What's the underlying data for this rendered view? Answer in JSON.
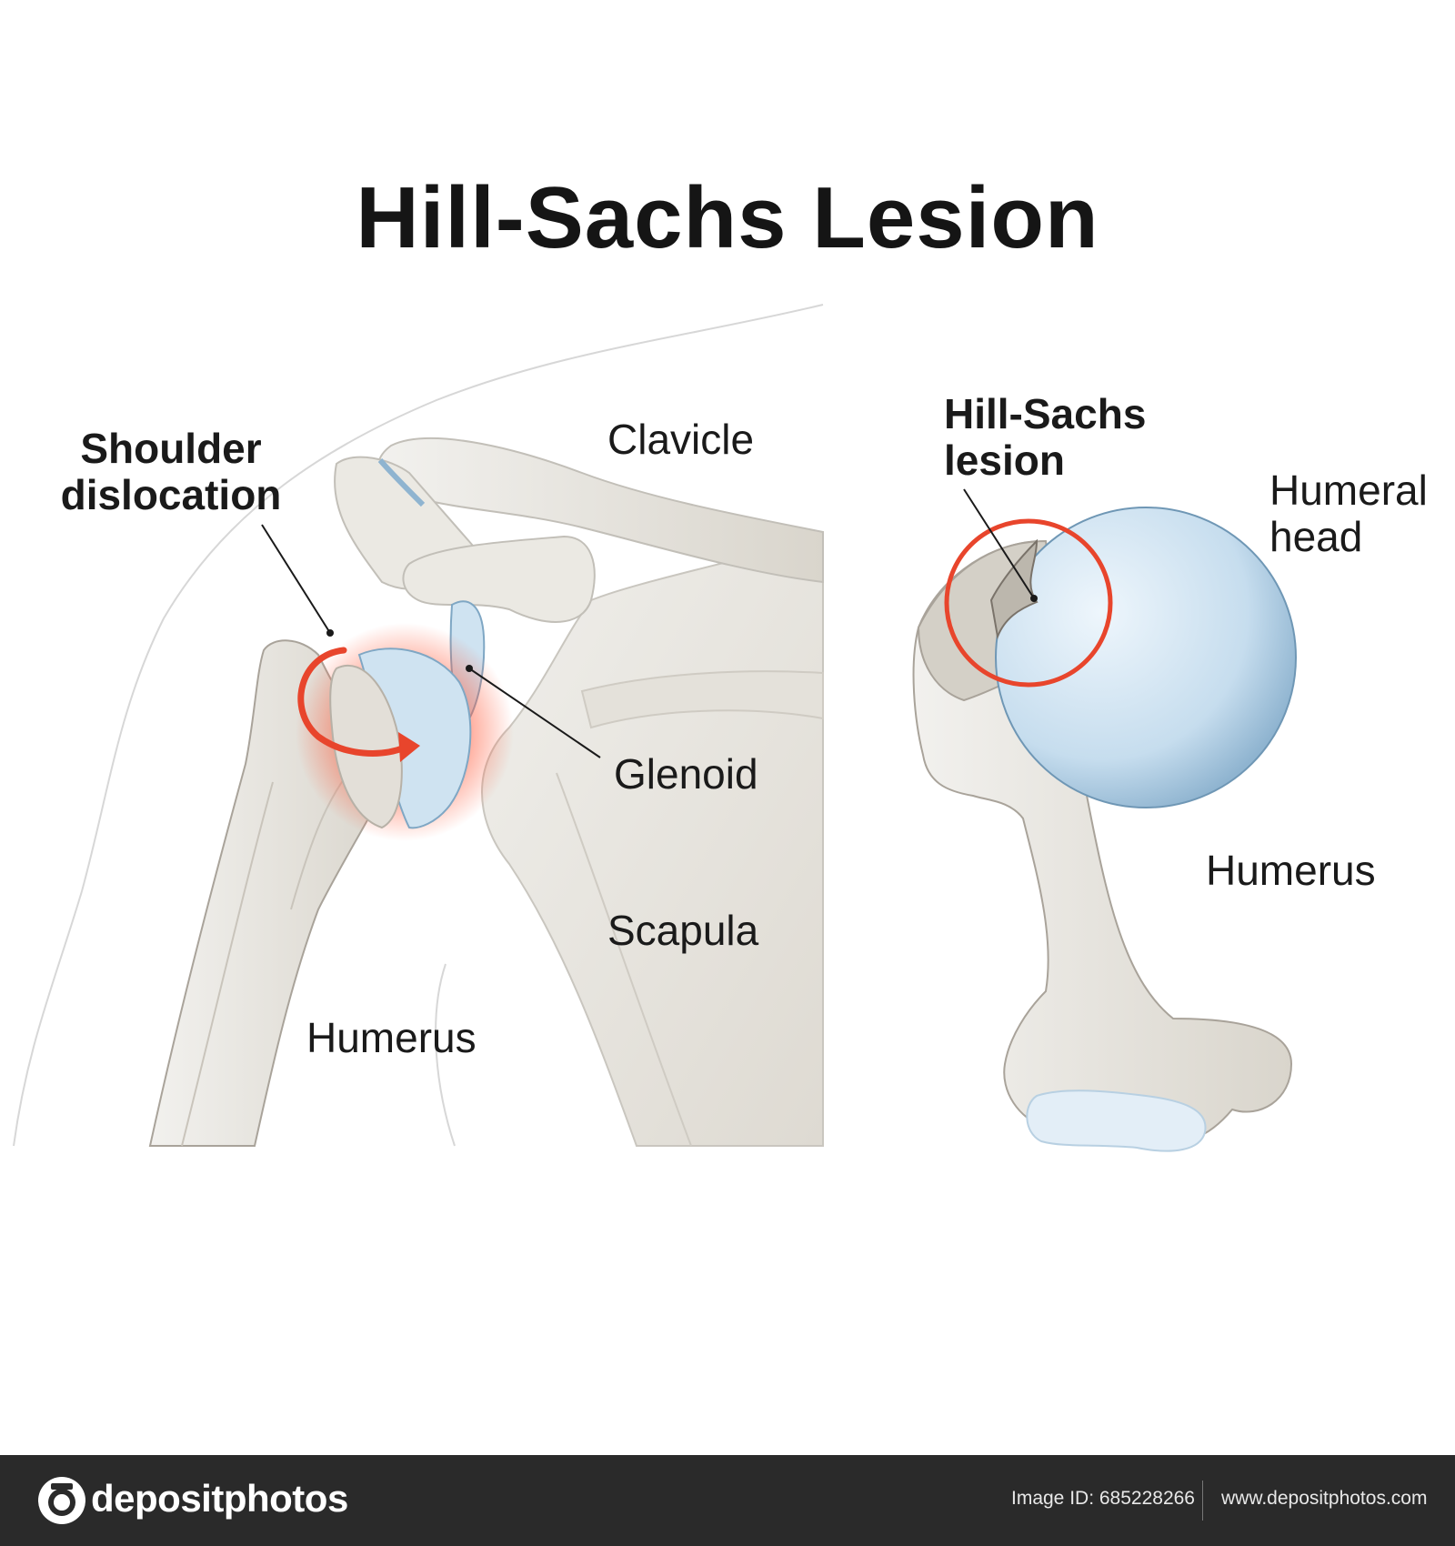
{
  "title": "Hill-Sachs Lesion",
  "labels": {
    "shoulder_dislocation": [
      "Shoulder",
      "dislocation"
    ],
    "clavicle": "Clavicle",
    "glenoid": "Glenoid",
    "scapula": "Scapula",
    "humerus_left": "Humerus",
    "hill_sachs_lesion": [
      "Hill-Sachs",
      "lesion"
    ],
    "humeral_head": [
      "Humeral",
      "head"
    ],
    "humerus_right": "Humerus"
  },
  "footer": {
    "brand": "depositphotos",
    "image_id": "Image ID: 685228266",
    "site": "www.depositphotos.com"
  },
  "colors": {
    "bone": "#ecebe7",
    "bone_shadow": "#d8d5cc",
    "cartilage": "#cfe3f1",
    "cartilage_edge": "#7fa7c4",
    "highlight_red": "#e8452c",
    "footer_bg": "#2a2a2a"
  },
  "icons": [
    "camera-logo-icon",
    "dislocation-arrow-icon",
    "lesion-circle-icon"
  ]
}
